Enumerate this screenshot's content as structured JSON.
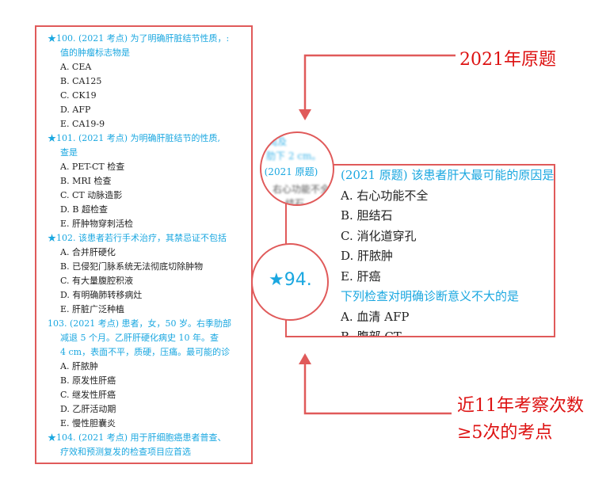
{
  "left_page": {
    "lines": [
      {
        "t": "q",
        "text": "★100. (2021 考点) 为了明确肝脏结节性质，:"
      },
      {
        "t": "qc",
        "text": "值的肿瘤标志物是"
      },
      {
        "t": "o",
        "text": "A. CEA"
      },
      {
        "t": "o",
        "text": "B. CA125"
      },
      {
        "t": "o",
        "text": "C. CK19"
      },
      {
        "t": "o",
        "text": "D. AFP"
      },
      {
        "t": "o",
        "text": "E. CA19-9"
      },
      {
        "t": "q",
        "text": "★101. (2021 考点) 为明确肝脏结节的性质,"
      },
      {
        "t": "qc",
        "text": "查是"
      },
      {
        "t": "o",
        "text": "A. PET-CT 检查"
      },
      {
        "t": "o",
        "text": "B. MRI 检查"
      },
      {
        "t": "o",
        "text": "C. CT 动脉造影"
      },
      {
        "t": "o",
        "text": "D. B 超检查"
      },
      {
        "t": "o",
        "text": "E. 肝肿物穿刺活检"
      },
      {
        "t": "q",
        "text": "★102. 该患者若行手术治疗，其禁忌证不包括"
      },
      {
        "t": "o",
        "text": "A. 合并肝硬化"
      },
      {
        "t": "o",
        "text": "B. 已侵犯门脉系统无法彻底切除肿物"
      },
      {
        "t": "o",
        "text": "C. 有大量腹腔积液"
      },
      {
        "t": "o",
        "text": "D. 有明确肺转移病灶"
      },
      {
        "t": "o",
        "text": "E. 肝脏广泛种植"
      },
      {
        "t": "q",
        "text": "103. (2021 考点) 患者，女，50 岁。右季肋部"
      },
      {
        "t": "qc",
        "text": "减退 5 个月。乙肝肝硬化病史 10 年。查"
      },
      {
        "t": "qc",
        "text": "4 cm，表面不平，质硬，压痛。最可能的诊"
      },
      {
        "t": "o",
        "text": "A. 肝脓肿"
      },
      {
        "t": "o",
        "text": "B. 原发性肝癌"
      },
      {
        "t": "o",
        "text": "C. 继发性肝癌"
      },
      {
        "t": "o",
        "text": "D. 乙肝活动期"
      },
      {
        "t": "o",
        "text": "E. 慢性胆囊炎"
      },
      {
        "t": "q",
        "text": "★104. (2021 考点) 用于肝细胞癌患者普查、"
      },
      {
        "t": "qc",
        "text": "疗效和预测复发的检查项目应首选"
      }
    ]
  },
  "zoom_box": {
    "lines": [
      {
        "t": "q",
        "text": "(2021 原题) 该患者肝大最可能的原因是"
      },
      {
        "t": "o",
        "text": "A. 右心功能不全"
      },
      {
        "t": "o",
        "text": "B. 胆结石"
      },
      {
        "t": "o",
        "text": "C. 消化道穿孔"
      },
      {
        "t": "o",
        "text": "D. 肝脓肿"
      },
      {
        "t": "o",
        "text": "E. 肝癌"
      },
      {
        "t": "q",
        "text": "下列检查对明确诊断意义不大的是"
      },
      {
        "t": "o",
        "text": "A. 血清 AFP"
      },
      {
        "t": "o",
        "text": "B. 腹部 CT"
      }
    ]
  },
  "magnifier_1": {
    "blur_line1": "来阅及",
    "blur_line2": "肋下 2 cm。",
    "sharp": ". (2021 原题)",
    "blur_line3": "右心功能不全",
    "blur_line4": "结石"
  },
  "magnifier_2": {
    "text": "★94."
  },
  "annotations": {
    "top": "2021年原题",
    "bottom_1": "近11年考察次数",
    "bottom_2": "≥5次的考点"
  },
  "colors": {
    "accent": "#e05a5a",
    "question": "#1aa7e0",
    "label": "#dd1111"
  }
}
